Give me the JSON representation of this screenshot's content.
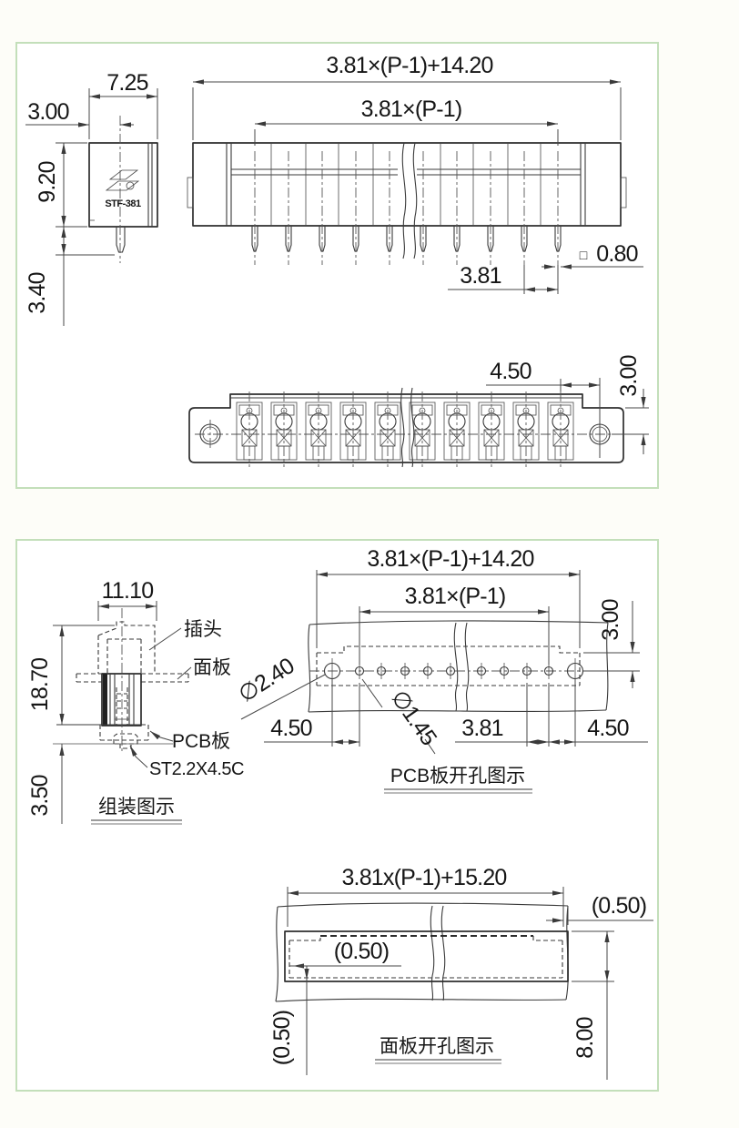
{
  "colors": {
    "panel_border": "#c3dfba",
    "line": "#2e2e2e",
    "background": "#ffffff"
  },
  "p1": {
    "side": {
      "w": "7.25",
      "off": "3.00",
      "h": "9.20",
      "pin": "3.40",
      "model": "STF-381"
    },
    "front": {
      "total": "3.81×(P-1)+14.20",
      "span": "3.81×(P-1)",
      "pitch": "3.81",
      "sq": "□",
      "sqv": "0.80"
    },
    "bot": {
      "end": "4.50",
      "row": "3.00"
    }
  },
  "p2": {
    "asm": {
      "w": "11.10",
      "h": "18.70",
      "sl": "3.50",
      "plug": "插头",
      "panel": "面板",
      "pcb": "PCB板",
      "screw": "ST2.2X4.5C",
      "title": "组装图示"
    },
    "drill": {
      "total": "3.81×(P-1)+14.20",
      "span": "3.81×(P-1)",
      "row": "3.00",
      "dm": "∅2.40",
      "dp": "∅1.45",
      "l": "4.50",
      "pitch": "3.81",
      "r": "4.50",
      "title": "PCB板开孔图示"
    },
    "cut": {
      "total": "3.81x(P-1)+15.20",
      "gr": "(0.50)",
      "gl": "(0.50)",
      "gb": "(0.50)",
      "h": "8.00",
      "title": "面板开孔图示"
    }
  }
}
